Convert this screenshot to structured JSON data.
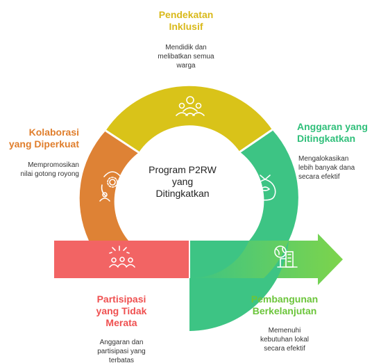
{
  "center": {
    "line1": "Program P2RW",
    "line2": "yang",
    "line3": "Ditingkatkan"
  },
  "segments": {
    "top": {
      "title_l1": "Pendekatan",
      "title_l2": "Inklusif",
      "desc_l1": "Mendidik dan",
      "desc_l2": "melibatkan semua",
      "desc_l3": "warga",
      "color": "#D9C319",
      "title_color": "#D9B91A",
      "icon": "people-group-icon"
    },
    "left": {
      "title_l1": "Kolaborasi",
      "title_l2": "yang Diperkuat",
      "desc_l1": "Mempromosikan",
      "desc_l2": "nilai gotong royong",
      "color": "#DE8235",
      "title_color": "#E07E2C",
      "icon": "collaboration-gear-icon"
    },
    "right": {
      "title_l1": "Anggaran yang",
      "title_l2": "Ditingkatkan",
      "desc_l1": "Mengalokasikan",
      "desc_l2": "lebih banyak dana",
      "desc_l3": "secara efektif",
      "color": "#3DC484",
      "title_color": "#2FBF7A",
      "icon": "money-bag-icon"
    },
    "bottom_left": {
      "title_l1": "Partisipasi",
      "title_l2": "yang Tidak",
      "title_l3": "Merata",
      "desc_l1": "Anggaran dan",
      "desc_l2": "partisipasi yang",
      "desc_l3": "terbatas",
      "color": "#F26464",
      "title_color": "#EF5050",
      "icon": "scattered-people-icon"
    },
    "bottom_right": {
      "title_l1": "Pembangunan",
      "title_l2": "Berkelanjutan",
      "desc_l1": "Memenuhi",
      "desc_l2": "kebutuhan lokal",
      "desc_l3": "secara efektif",
      "color": "#7DD44B",
      "title_color": "#6BC53A",
      "icon": "sustainable-city-icon"
    }
  }
}
